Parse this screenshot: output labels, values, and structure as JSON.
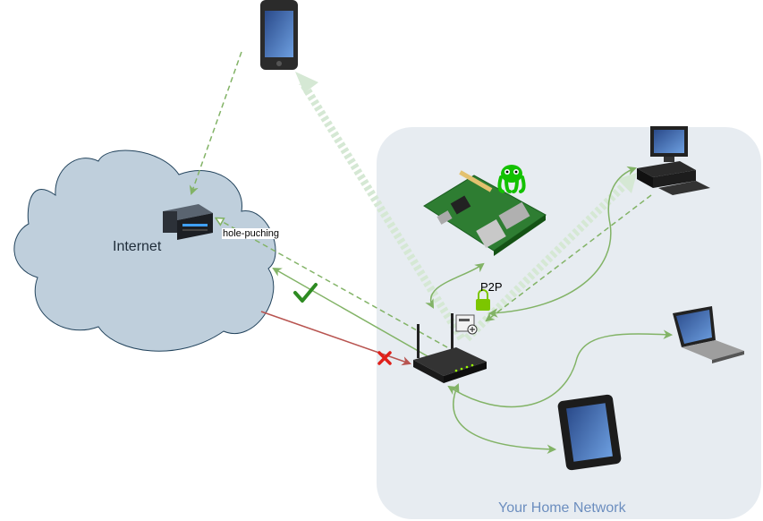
{
  "labels": {
    "internet": "Internet",
    "hole_punching": "hole-puching",
    "p2p": "P2P",
    "home_network": "Your Home Network"
  },
  "colors": {
    "home_network_bg": "#e7ecf1",
    "cloud_fill": "#bfcfdc",
    "cloud_stroke": "#23445d",
    "green_line": "#82b366",
    "light_green_arrow": "#d5e8d4",
    "red_line": "#b85450",
    "check": "#2e8b22",
    "cross": "#e0201a"
  },
  "icons": [
    "smartphone-icon",
    "server-icon",
    "raspberry-pi-icon",
    "octoprint-octopus-icon",
    "router-icon",
    "lock-icon",
    "network-agent-icon",
    "desktop-computer-icon",
    "laptop-icon",
    "tablet-icon",
    "check-icon",
    "cross-icon"
  ]
}
